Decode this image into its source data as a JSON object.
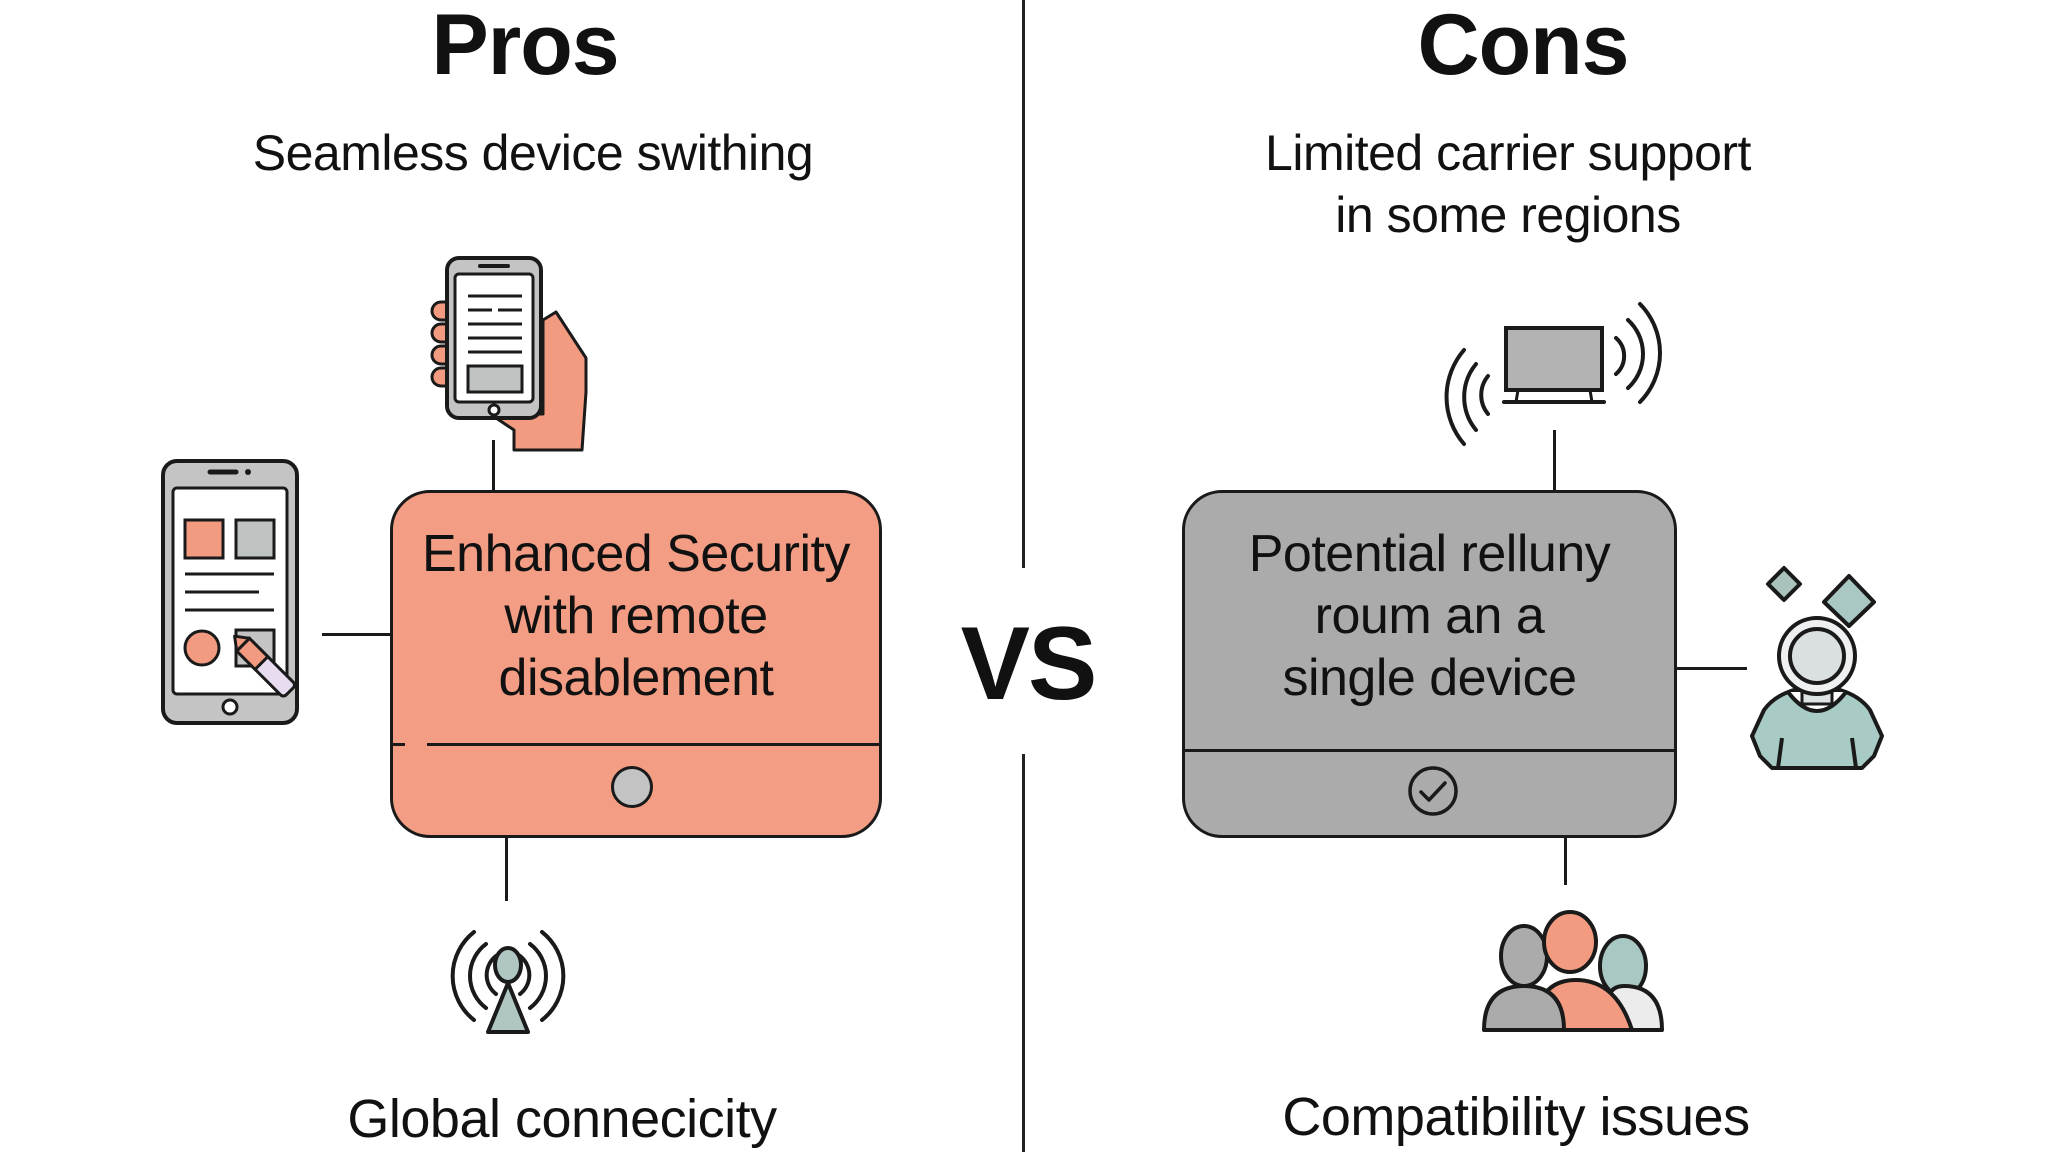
{
  "pros": {
    "title": "Pros",
    "subtitle": "Seamless device swithing",
    "center_box": {
      "lines": [
        "Enhanced Security",
        "with remote",
        "disablement"
      ],
      "footer_icon": "gray-dot-icon"
    },
    "icons": {
      "top": "hand-holding-phone-icon",
      "left": "smartphone-app-icon",
      "bottom": "signal-tower-icon"
    },
    "bottom_label": "Global connecicity"
  },
  "cons": {
    "title": "Cons",
    "subtitle_lines": [
      "Limited carrier support",
      "in some regions"
    ],
    "center_box": {
      "lines": [
        "Potential relluny",
        "roum an a",
        "single device"
      ],
      "footer_icon": "check-circle-icon"
    },
    "icons": {
      "top": "wireless-monitor-icon",
      "right": "user-with-diamonds-icon",
      "bottom": "user-group-icon"
    },
    "bottom_label": "Compatibility issues"
  },
  "vs_label": "VS",
  "colors": {
    "pros_accent": "#F29B80",
    "cons_accent": "#ABABAB",
    "teal_accent": "#A9C8C3",
    "outline": "#1A1A1A"
  }
}
